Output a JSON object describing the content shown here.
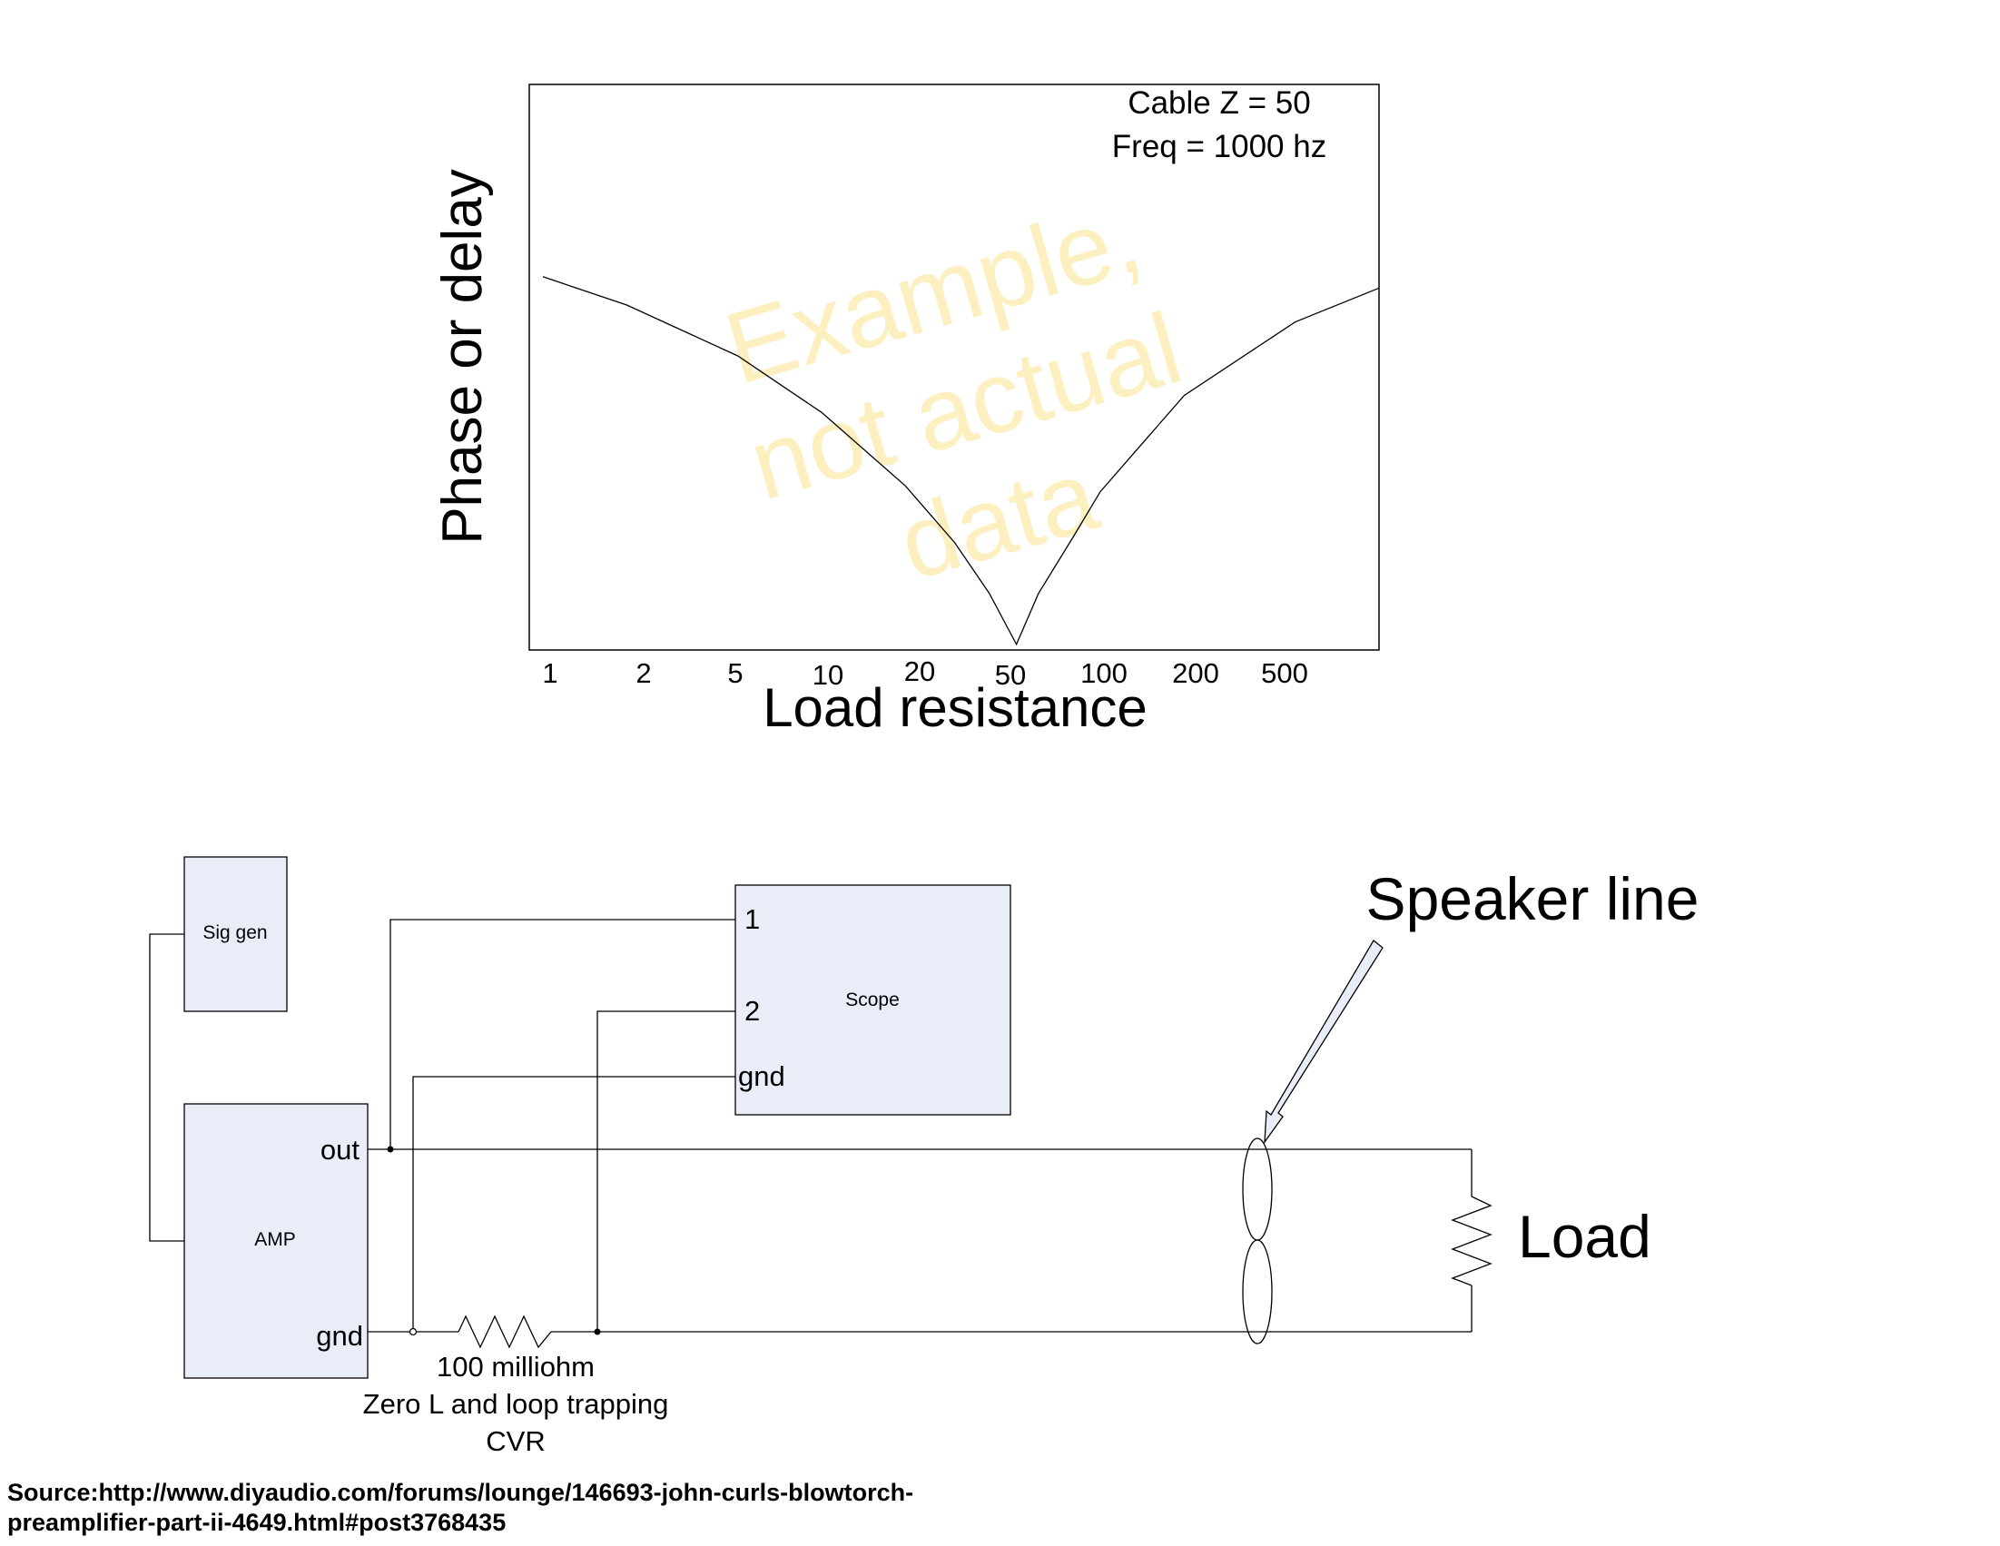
{
  "plot": {
    "annotation_line1": "Cable Z = 50",
    "annotation_line2": "Freq = 1000 hz",
    "ylabel": "Phase or delay",
    "xlabel": "Load resistance",
    "watermark": [
      "Example,",
      "not actual",
      "data"
    ],
    "watermark_color": "#fdf0c0",
    "x_ticks": [
      "1",
      "2",
      "5",
      "10",
      "20",
      "50",
      "100",
      "200",
      "500"
    ]
  },
  "chart_data": {
    "type": "line",
    "title": "",
    "xlabel": "Load resistance",
    "ylabel": "Phase or delay",
    "x_scale": "log",
    "xlim": [
      1,
      1000
    ],
    "x_ticks": [
      1,
      2,
      5,
      10,
      20,
      50,
      100,
      200,
      500
    ],
    "y_ticks": [],
    "ylim": [
      0,
      1
    ],
    "grid": false,
    "series": [
      {
        "x": [
          1,
          2,
          5,
          10,
          20,
          30,
          40,
          50,
          60,
          80,
          100,
          200,
          500,
          1000
        ],
        "y": [
          0.66,
          0.61,
          0.52,
          0.42,
          0.29,
          0.19,
          0.1,
          0.01,
          0.1,
          0.2,
          0.28,
          0.45,
          0.58,
          0.64
        ]
      }
    ],
    "annotations": [
      "Cable Z = 50",
      "Freq = 1000 hz"
    ]
  },
  "diagram": {
    "sig_gen": "Sig gen",
    "amp": "AMP",
    "amp_out": "out",
    "amp_gnd": "gnd",
    "scope": "Scope",
    "scope_ch1": "1",
    "scope_ch2": "2",
    "scope_gnd": "gnd",
    "resistor_value": "100 milliohm",
    "resistor_desc": "Zero L and loop trapping",
    "resistor_type": "CVR",
    "speaker_line": "Speaker line",
    "load": "Load",
    "box_fill": "#e8edf7"
  },
  "source": {
    "line1": "Source:http://www.diyaudio.com/forums/lounge/146693-john-curls-blowtorch-",
    "line2": "preamplifier-part-ii-4649.html#post3768435"
  }
}
